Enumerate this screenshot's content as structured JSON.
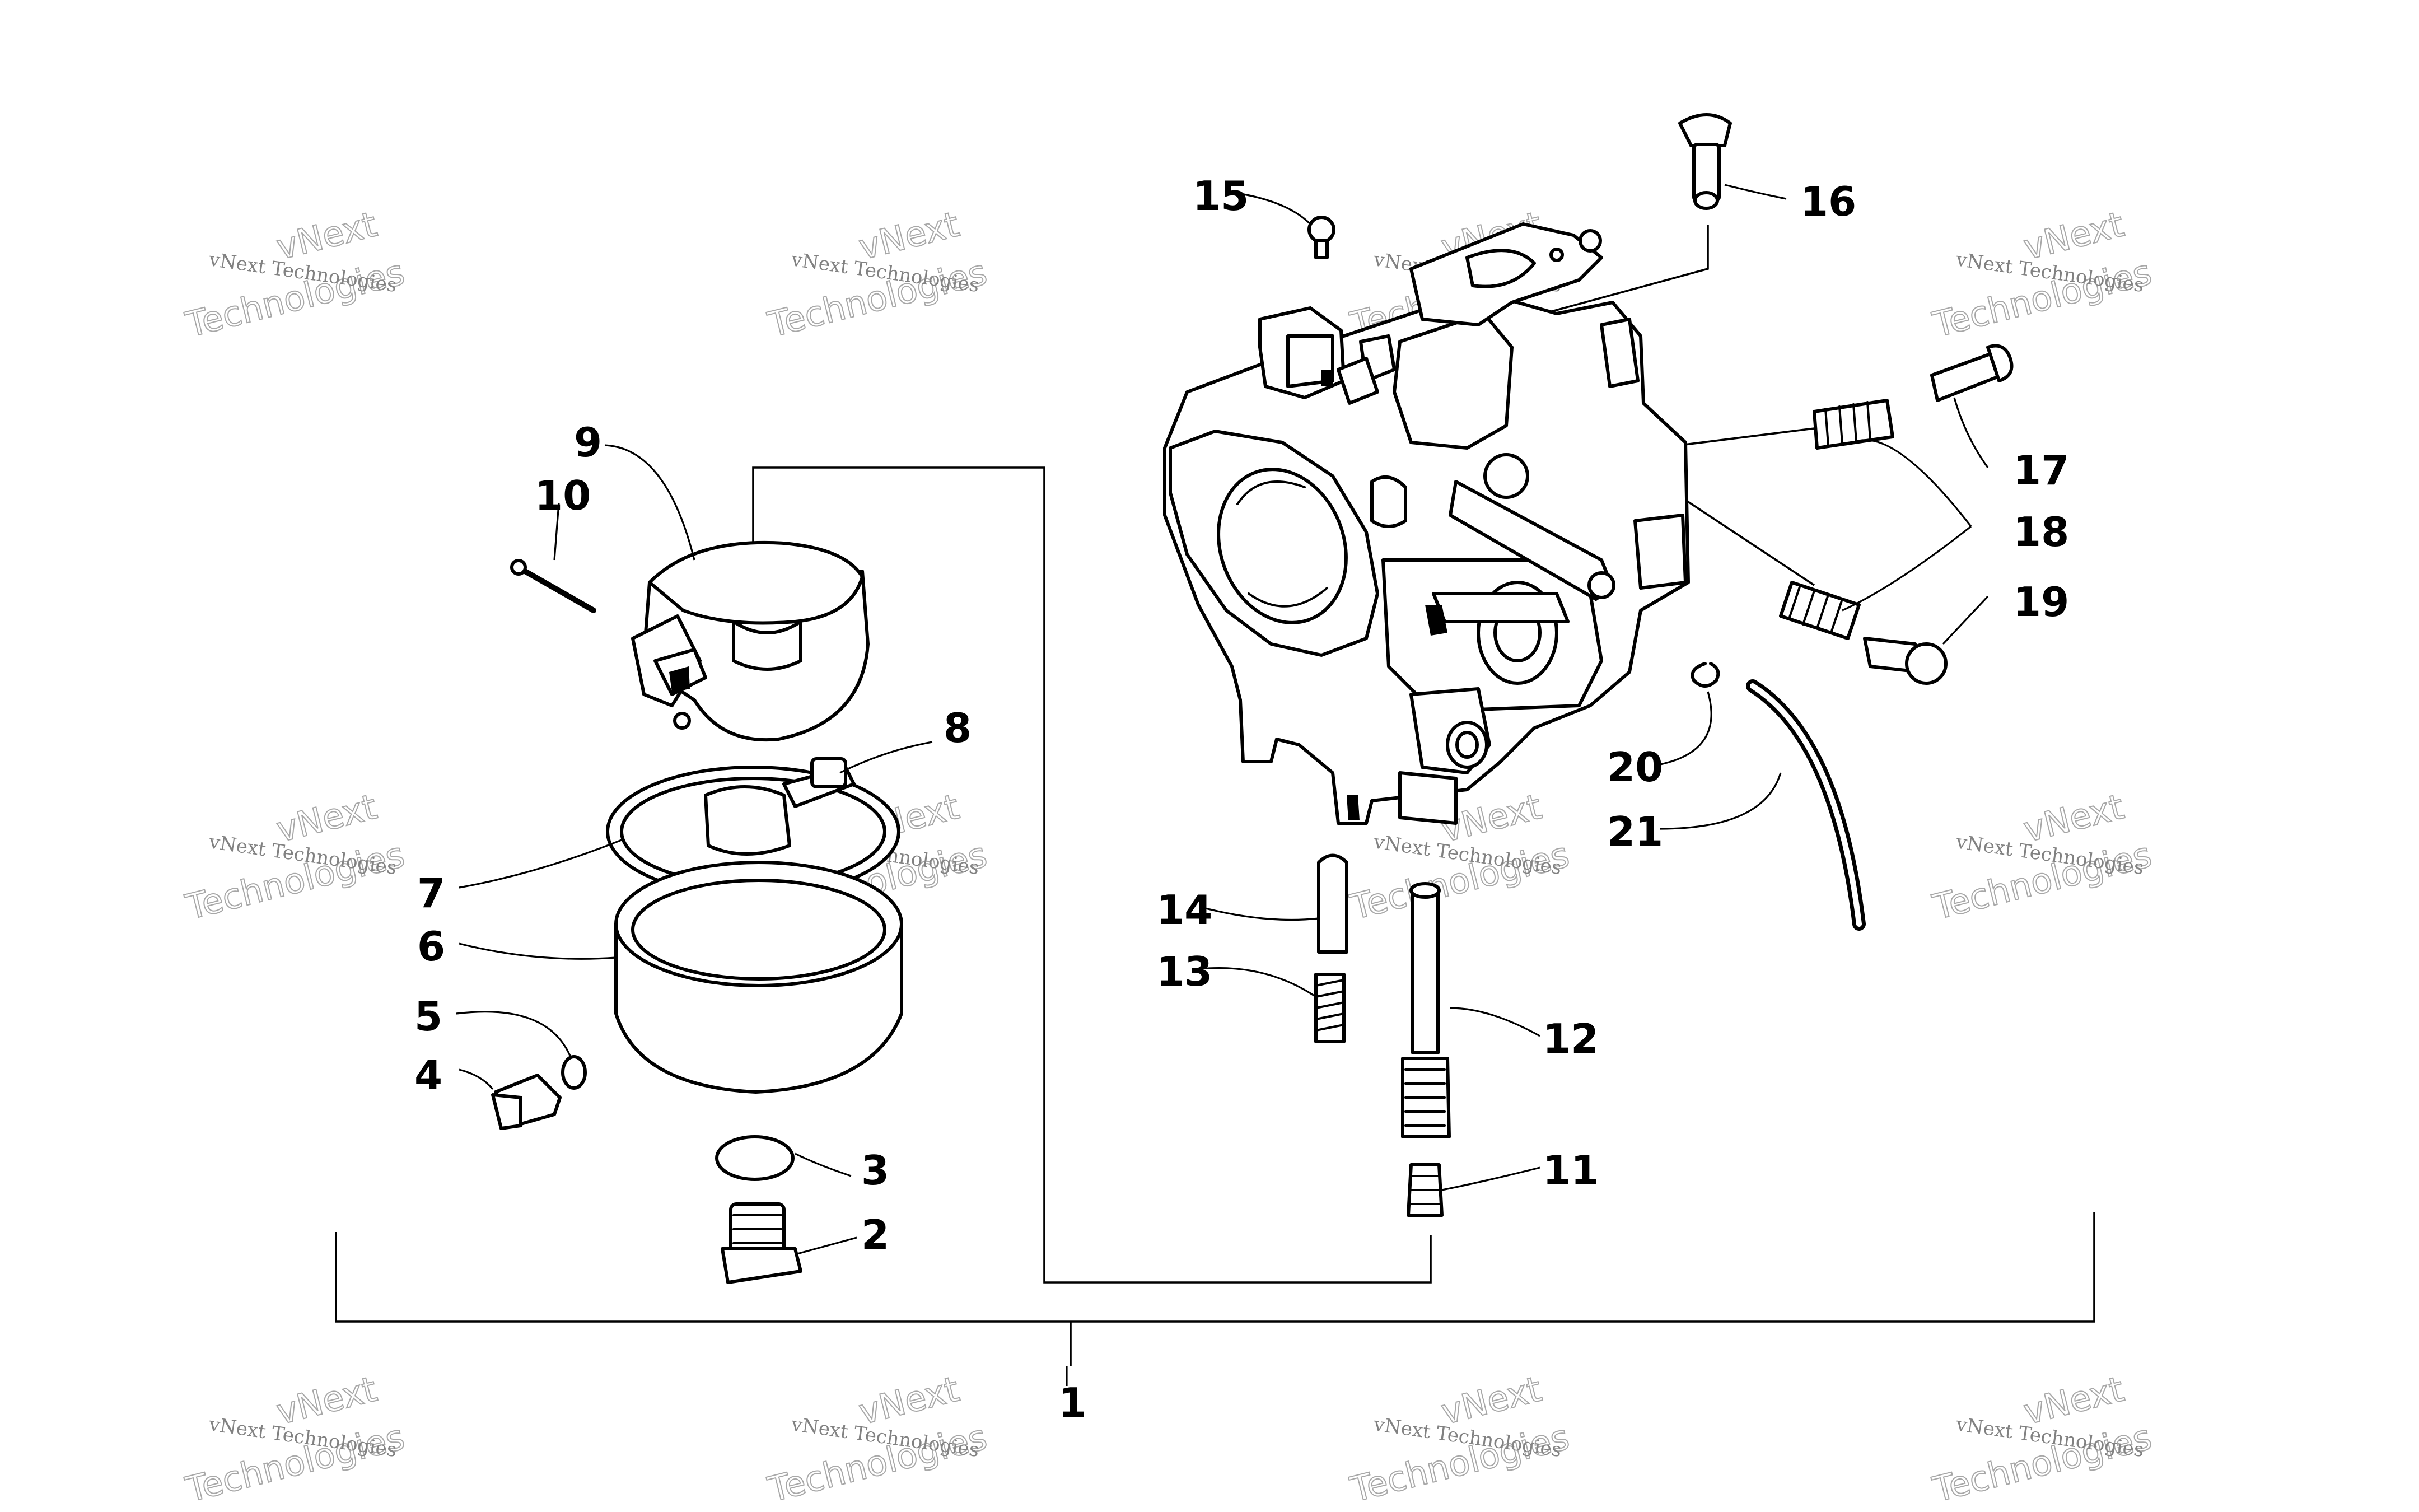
{
  "diagram": {
    "callouts": [
      "1",
      "2",
      "3",
      "4",
      "5",
      "6",
      "7",
      "8",
      "9",
      "10",
      "11",
      "12",
      "13",
      "14",
      "15",
      "16",
      "17",
      "18",
      "19",
      "20",
      "21"
    ]
  },
  "watermark": {
    "line1": "vNext Technologies",
    "line2": "Technologies",
    "line3": "vNext"
  },
  "colors": {
    "ink": "#000000",
    "background": "#ffffff",
    "watermark": "#8a8a8a"
  }
}
